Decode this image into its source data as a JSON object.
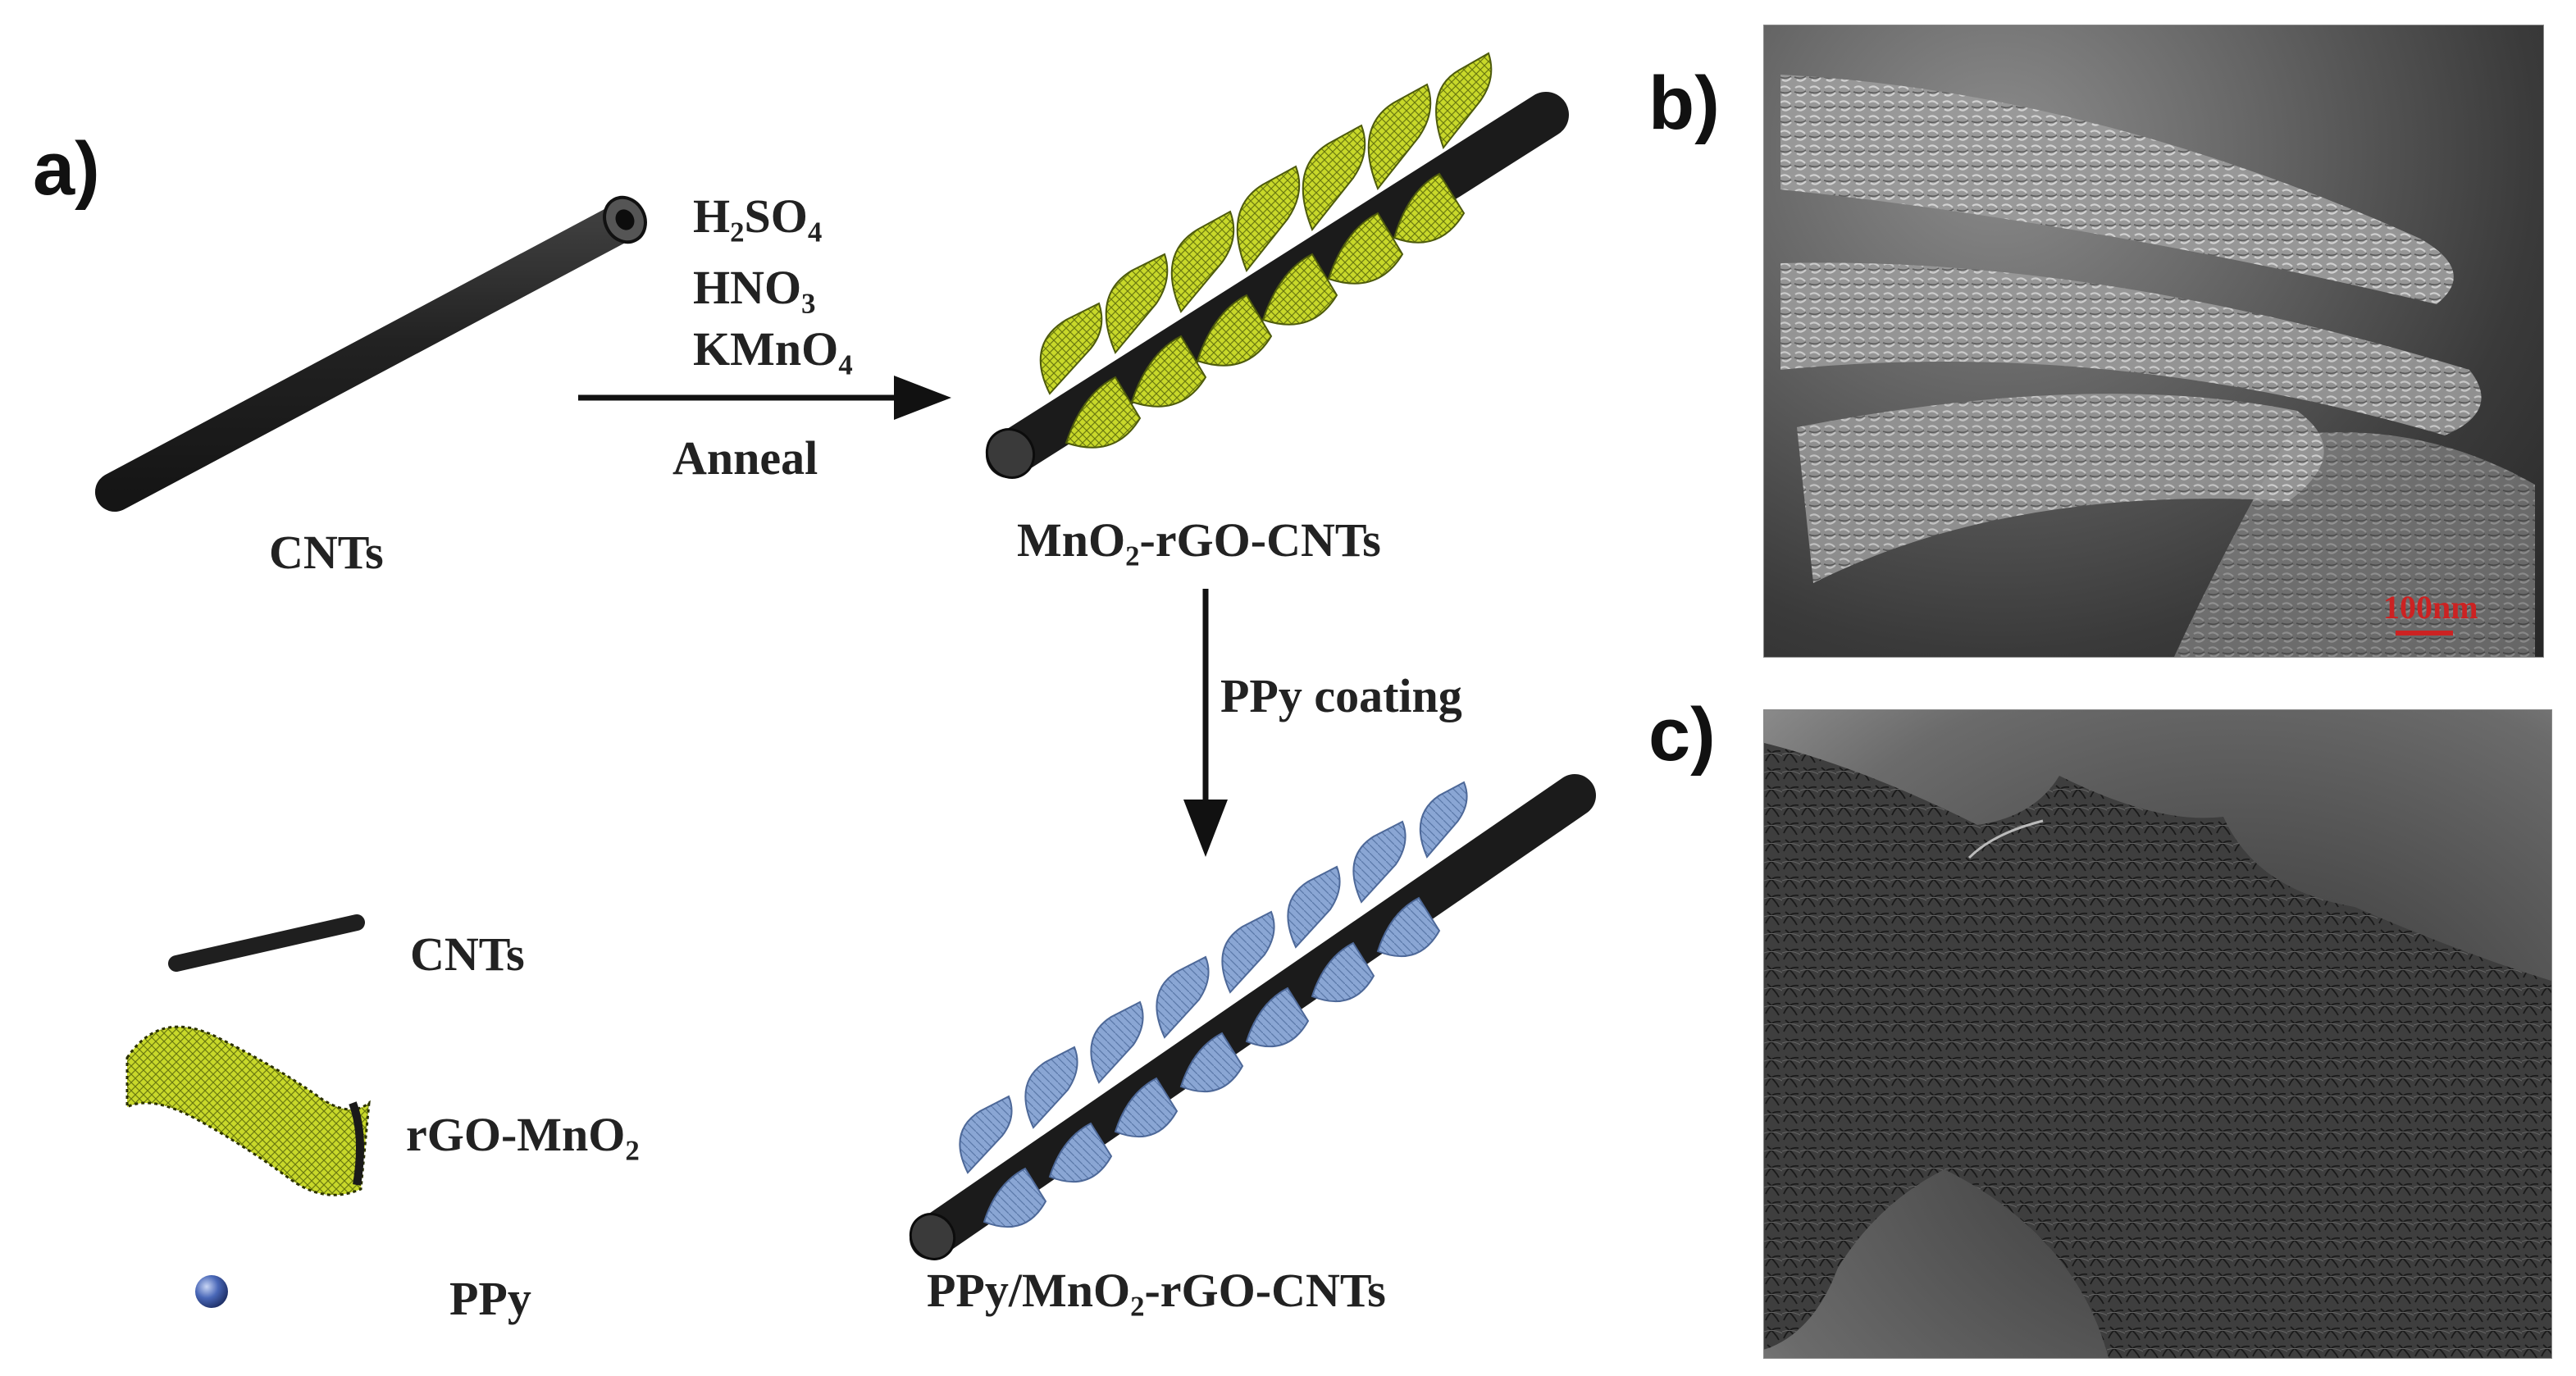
{
  "panels": {
    "a": "a)",
    "b": "b)",
    "c": "c)"
  },
  "scheme": {
    "reagent_1": "H₂SO₄",
    "reagent_2": "HNO₃",
    "reagent_3": "KMnO₄",
    "step_1": "Anneal",
    "step_2": "PPy coating",
    "start_label": "CNTs",
    "intermediate_label": "MnO₂-rGO-CNTs",
    "product_label": "PPy/MnO₂-rGO-CNTs"
  },
  "legend": {
    "cnt": "CNTs",
    "rgo": "rGO-MnO₂",
    "ppy": "PPy"
  },
  "sem": {
    "scale_bar": "100nm",
    "scale_color": "#cc2222"
  },
  "colors": {
    "cnt": "#2a2a2a",
    "rgo": "#c8d82a",
    "ppy": "#8aa6d4",
    "ppy_sphere": "#3f5fb0"
  }
}
